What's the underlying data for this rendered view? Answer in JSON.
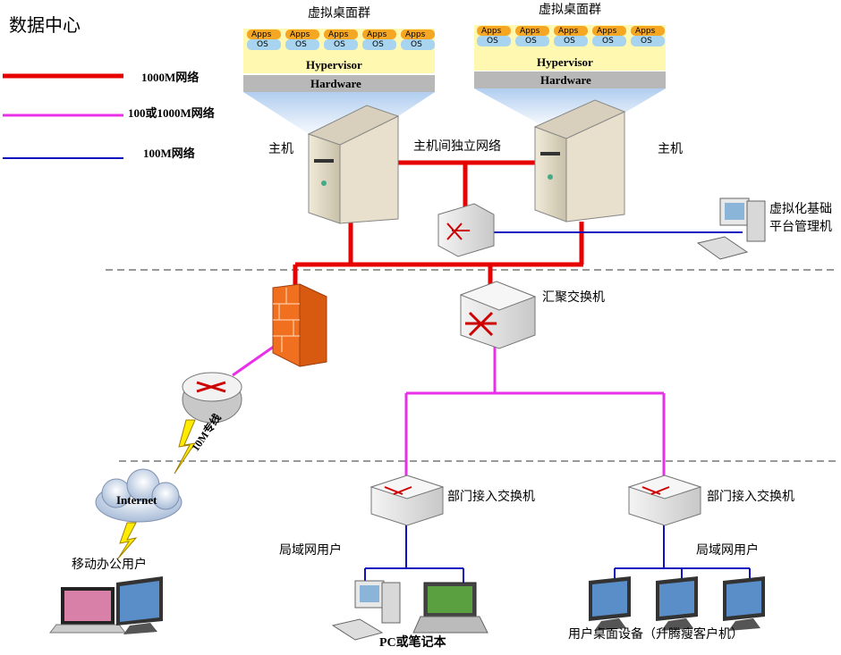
{
  "title": "数据中心",
  "legend": [
    {
      "label": "1000M网络",
      "color": "#e60000"
    },
    {
      "label": "100或1000M网络",
      "color": "#e830e8"
    },
    {
      "label": "100M网络",
      "color": "#1010c0"
    }
  ],
  "vdi_groups": [
    {
      "title": "虚拟桌面群",
      "apps": "Apps",
      "os": "OS",
      "hypervisor": "Hypervisor",
      "hardware": "Hardware"
    },
    {
      "title": "虚拟桌面群",
      "apps": "Apps",
      "os": "OS",
      "hypervisor": "Hypervisor",
      "hardware": "Hardware"
    }
  ],
  "labels": {
    "host_left": "主机",
    "host_right": "主机",
    "host_link": "主机间独立网络",
    "mgmt": [
      "虚拟化基础",
      "平台管理机"
    ],
    "core_switch": "汇聚交换机",
    "dept_switch_left": "部门接入交换机",
    "dept_switch_right": "部门接入交换机",
    "lan_users_left": "局域网用户",
    "lan_users_right": "局域网用户",
    "pc_laptop": "PC或笔记本",
    "thin_clients": "用户桌面设备（升腾瘦客户机）",
    "internet": "Internet",
    "leased_line": "10M专线",
    "mobile": "移动办公用户"
  },
  "colors": {
    "red": "#e60000",
    "magenta": "#e830e8",
    "blue": "#1010c0",
    "apps": "#f5a623",
    "os": "#a8d4f0",
    "hypervisor": "#fff8b0",
    "hardware": "#b8b8b8"
  }
}
